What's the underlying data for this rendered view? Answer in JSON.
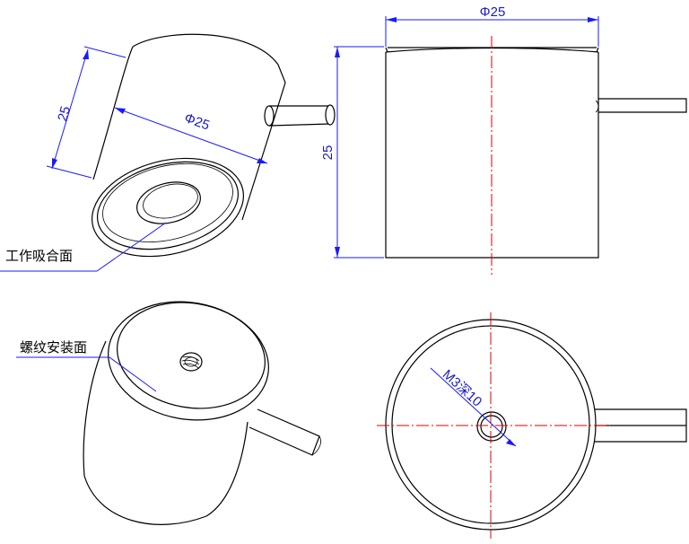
{
  "dims": {
    "iso_height": "25",
    "iso_diameter": "Φ25",
    "front_diameter": "Φ25",
    "front_height": "25",
    "thread_note": "M3深10"
  },
  "labels": {
    "working_face": "工作吸合面",
    "thread_face": "螺纹安装面"
  },
  "colors": {
    "outline": "#000000",
    "dimension": "#1a1aff",
    "centerline": "#e00000"
  }
}
